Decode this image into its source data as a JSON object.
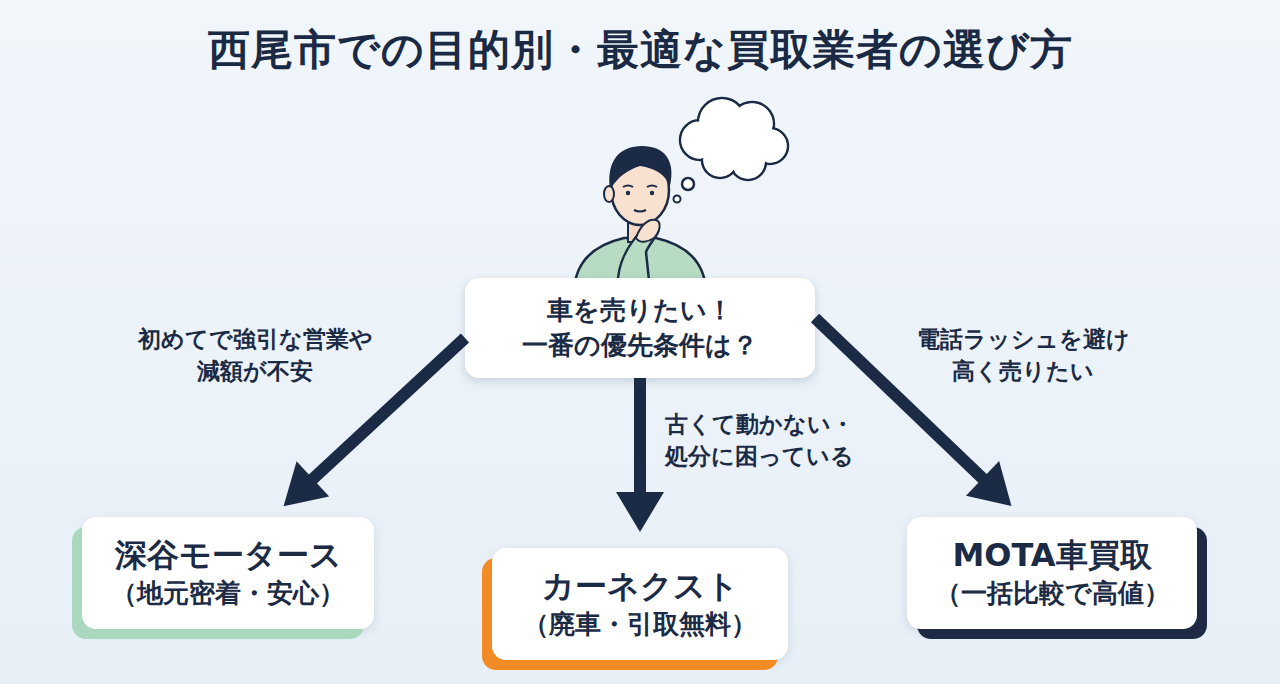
{
  "diagram": {
    "title": "西尾市での目的別・最適な買取業者の選び方",
    "nodes": [
      {
        "text": [
          "車を売りたい！ 一番の優先条件は？"
        ]
      },
      {
        "text": [
          "深谷モータース",
          "（地元密着・安心）"
        ]
      },
      {
        "text": [
          "カーネクスト",
          "（廃車・引取無料）"
        ]
      },
      {
        "text": [
          "MOTA車買取",
          "（一括比較で高値）"
        ]
      }
    ],
    "edges": [
      {
        "from": 0,
        "to": 1,
        "arrow": "to",
        "label": "初めてで強引な営業や 減額が不安"
      },
      {
        "from": 0,
        "to": 2,
        "arrow": "to",
        "label": "古くて動かない・ 処分に困っている"
      },
      {
        "from": 0,
        "to": 3,
        "arrow": "to",
        "label": "電話ラッシュを避け 高く売りたい"
      }
    ]
  }
}
